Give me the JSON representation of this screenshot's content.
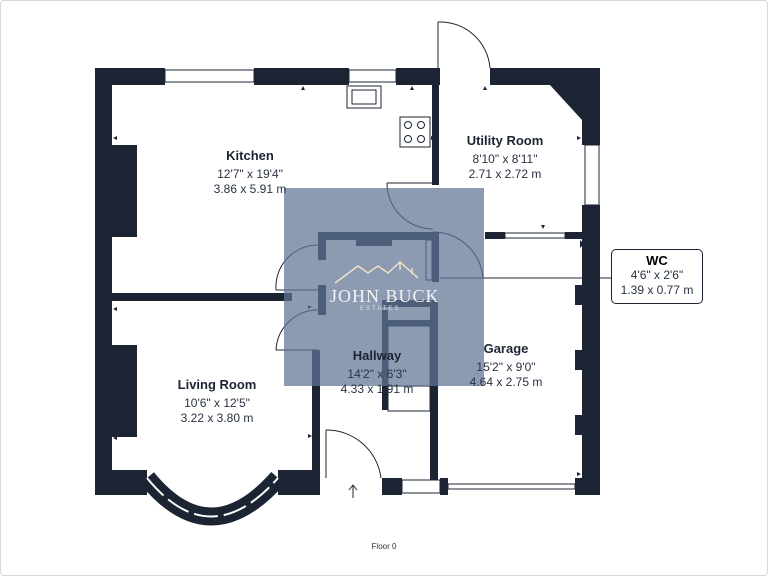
{
  "plan": {
    "rooms": [
      {
        "id": "kitchen",
        "name": "Kitchen",
        "imperial": "12'7\" x 19'4\"",
        "metric": "3.86 x 5.91 m"
      },
      {
        "id": "utility",
        "name": "Utility Room",
        "imperial": "8'10\" x 8'11\"",
        "metric": "2.71 x 2.72 m"
      },
      {
        "id": "wc",
        "name": "WC",
        "imperial": "4'6\" x 2'6\"",
        "metric": "1.39 x 0.77 m"
      },
      {
        "id": "living",
        "name": "Living Room",
        "imperial": "10'6\" x 12'5\"",
        "metric": "3.22 x 3.80 m"
      },
      {
        "id": "hallway",
        "name": "Hallway",
        "imperial": "14'2\" x 6'3\"",
        "metric": "4.33 x 1.91 m"
      },
      {
        "id": "garage",
        "name": "Garage",
        "imperial": "15'2\" x 9'0\"",
        "metric": "4.64 x 2.75 m"
      }
    ],
    "floor_label": "Floor 0"
  },
  "watermark": {
    "brand": "JOHN BUCK",
    "sub": "ESTATES",
    "color": "#5f7594"
  },
  "colors": {
    "wall": "#1c2433",
    "line": "#1c2433"
  }
}
